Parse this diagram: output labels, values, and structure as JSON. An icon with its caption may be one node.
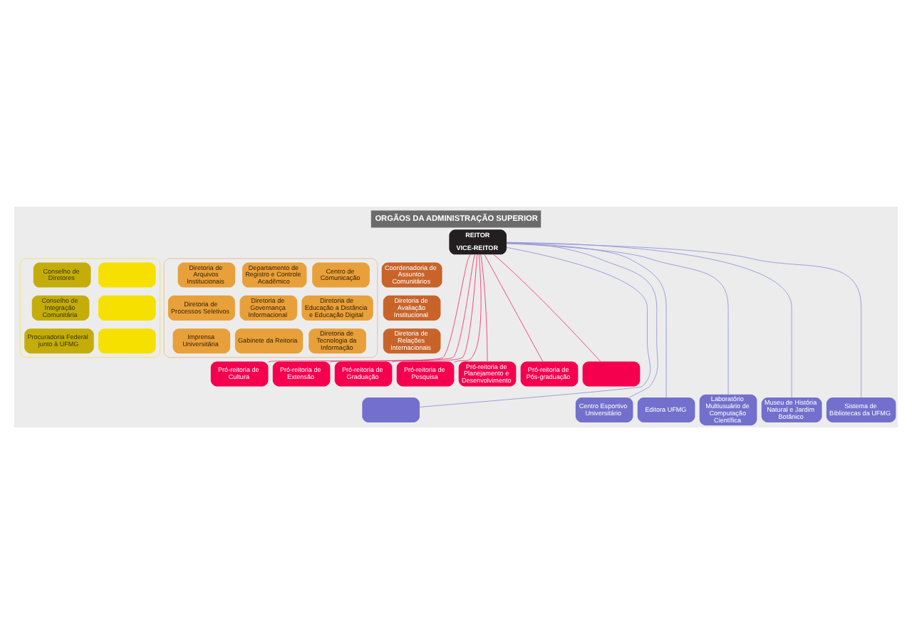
{
  "diagram": {
    "title": "ORGÃOS DA ADMINISTRAÇÃO SUPERIOR",
    "nodes": [
      {
        "text": [],
        "shape": "box"
      },
      {
        "text": [],
        "shape": "box",
        "in": 0
      },
      {
        "text": [],
        "shape": "box",
        "in": 0
      },
      {
        "text": [],
        "shape": "box",
        "in": 0
      },
      {
        "text": [
          "Conselho de Diretores"
        ],
        "in": 0
      },
      {
        "text": [
          "Conselho de Integração Comunitária"
        ],
        "in": 0
      },
      {
        "text": [
          "Procuradoria Federal junto à UFMG"
        ],
        "in": 0
      },
      {
        "text": [
          "REITOR",
          "VICE-REITOR"
        ]
      },
      {
        "text": [],
        "shape": "box"
      },
      {
        "text": [
          "Centro de Comunicação"
        ],
        "in": 8
      },
      {
        "text": [
          "Diretoria de Educação a Distância e Educação Digital"
        ],
        "in": 8
      },
      {
        "text": [
          "Diretoria de Tecnologia da Informação"
        ],
        "in": 8
      },
      {
        "text": [
          "Departamento de Registro e Controle Acadêmico"
        ],
        "in": 8
      },
      {
        "text": [
          "Diretoria de Governança Informacional"
        ],
        "in": 8
      },
      {
        "text": [
          "Gabinete da Reitoria"
        ],
        "in": 8
      },
      {
        "text": [
          "Diretoria de Arquivos Institucionais"
        ],
        "in": 8
      },
      {
        "text": [
          "Diretoria de Processos Seletivos"
        ],
        "in": 8
      },
      {
        "text": [
          "Imprensa Universitária"
        ],
        "in": 8
      },
      {
        "text": [
          "Coordenadoria de Assuntos Comunitários"
        ]
      },
      {
        "text": [
          "Diretoria de Avaliação Institucional"
        ]
      },
      {
        "text": [
          "Diretoria de Relações Internacionais"
        ]
      },
      {
        "text": [
          "Pró-reitoria de Cultura"
        ]
      },
      {
        "text": [
          "Pró-reitoria de Extensão"
        ]
      },
      {
        "text": [
          "Pró-reitoria de Graduação"
        ]
      },
      {
        "text": [
          "Pró-reitoria de Pesquisa"
        ]
      },
      {
        "text": [
          "Pró-reitoria de Planejamento e Desenvolvimento"
        ]
      },
      {
        "text": [
          "Pró-reitoria de Pós-graduação"
        ]
      },
      {
        "text": [],
        "shape": "box"
      },
      {
        "text": [],
        "shape": "box"
      },
      {
        "text": [
          "Centro Esportivo Universitário"
        ]
      },
      {
        "text": [
          "Editora UFMG"
        ]
      },
      {
        "text": [
          "Laboratório Multiusuário de Computação Científica"
        ]
      },
      {
        "text": [
          "Museu de História Natural e Jardim Botânico"
        ]
      },
      {
        "text": [
          "Sistema de Bibliotecas da UFMG"
        ]
      }
    ],
    "edges": [
      {
        "from": 7,
        "to": 21,
        "arrow": "none",
        "color": "#f0306a"
      },
      {
        "from": 7,
        "to": 22,
        "arrow": "none",
        "color": "#f0306a"
      },
      {
        "from": 7,
        "to": 23,
        "arrow": "none",
        "color": "#f0306a"
      },
      {
        "from": 7,
        "to": 24,
        "arrow": "none",
        "color": "#f0306a"
      },
      {
        "from": 7,
        "to": 25,
        "arrow": "none",
        "color": "#f0306a"
      },
      {
        "from": 7,
        "to": 26,
        "arrow": "none",
        "color": "#f0306a"
      },
      {
        "from": 7,
        "to": 27,
        "arrow": "none",
        "color": "#f0306a"
      },
      {
        "from": 7,
        "to": 28,
        "arrow": "none",
        "color": "#8f8fd8"
      },
      {
        "from": 7,
        "to": 29,
        "arrow": "none",
        "color": "#8f8fd8"
      },
      {
        "from": 7,
        "to": 30,
        "arrow": "none",
        "color": "#8f8fd8"
      },
      {
        "from": 7,
        "to": 31,
        "arrow": "none",
        "color": "#8f8fd8"
      },
      {
        "from": 7,
        "to": 32,
        "arrow": "none",
        "color": "#8f8fd8"
      },
      {
        "from": 7,
        "to": 33,
        "arrow": "none",
        "color": "#8f8fd8"
      }
    ]
  }
}
